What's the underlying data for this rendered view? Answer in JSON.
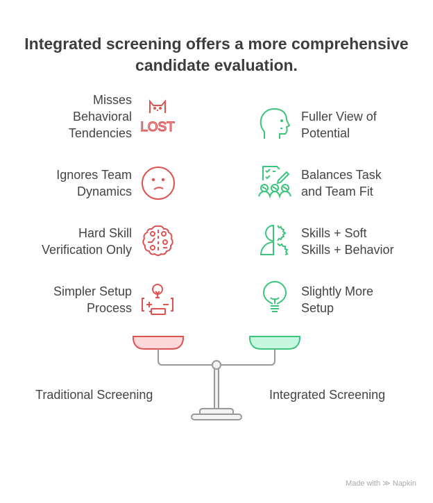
{
  "title": {
    "line1": "Integrated screening offers a more comprehensive",
    "line2": "candidate evaluation."
  },
  "traditional": {
    "label": "Traditional Screening",
    "color": "#e05252",
    "items": [
      {
        "line1": "Misses",
        "line2": "Behavioral",
        "line3": "Tendencies",
        "icon": "lost-cat-icon",
        "icon_text": "LOST"
      },
      {
        "line1": "Ignores Team",
        "line2": "Dynamics",
        "icon": "sad-face-icon"
      },
      {
        "line1": "Hard Skill",
        "line2": "Verification Only",
        "icon": "brain-circuit-icon"
      },
      {
        "line1": "Simpler Setup",
        "line2": "Process",
        "icon": "lightbulb-battery-icon"
      }
    ]
  },
  "integrated": {
    "label": "Integrated Screening",
    "color": "#3cc47c",
    "items": [
      {
        "line1": "Fuller View of",
        "line2": "Potential",
        "icon": "head-profile-icon"
      },
      {
        "line1": "Balances Task",
        "line2": "and Team Fit",
        "icon": "checklist-team-icon"
      },
      {
        "line1": "Skills + Soft",
        "line2": "Skills + Behavior",
        "icon": "person-gears-icon"
      },
      {
        "line1": "Slightly More",
        "line2": "Setup",
        "icon": "lightbulb-icon"
      }
    ]
  },
  "footer": {
    "made_with": "Made with",
    "brand": "Napkin"
  }
}
